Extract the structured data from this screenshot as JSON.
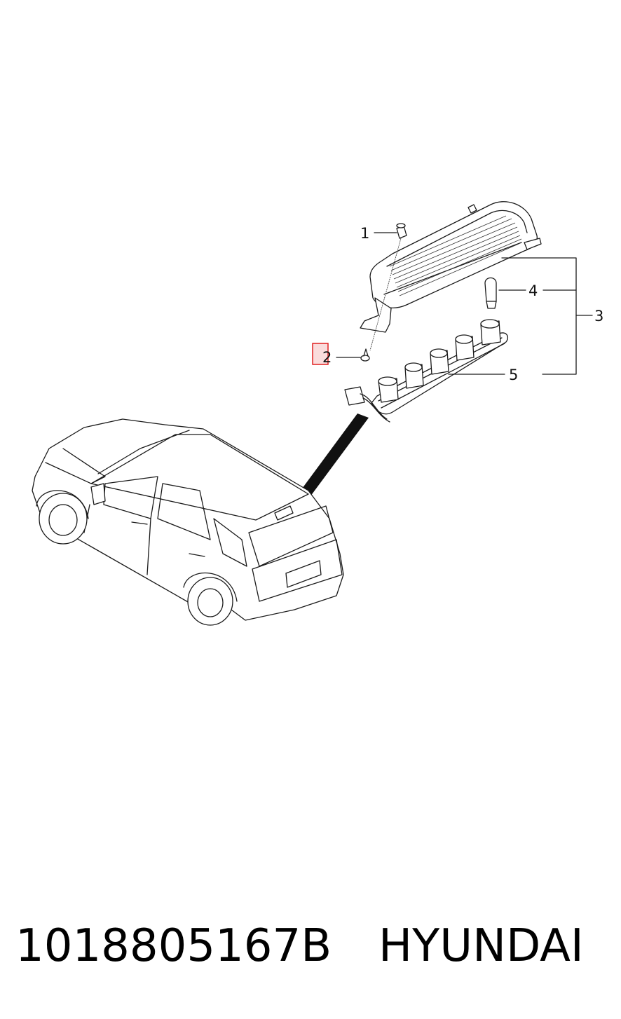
{
  "diagram": {
    "callouts": [
      "1",
      "2",
      "3",
      "4",
      "5"
    ],
    "highlighted_callout": "2",
    "highlight_color": "#e02020"
  },
  "footer": {
    "part_number": "1018805167B",
    "brand": "HYUNDAI"
  }
}
